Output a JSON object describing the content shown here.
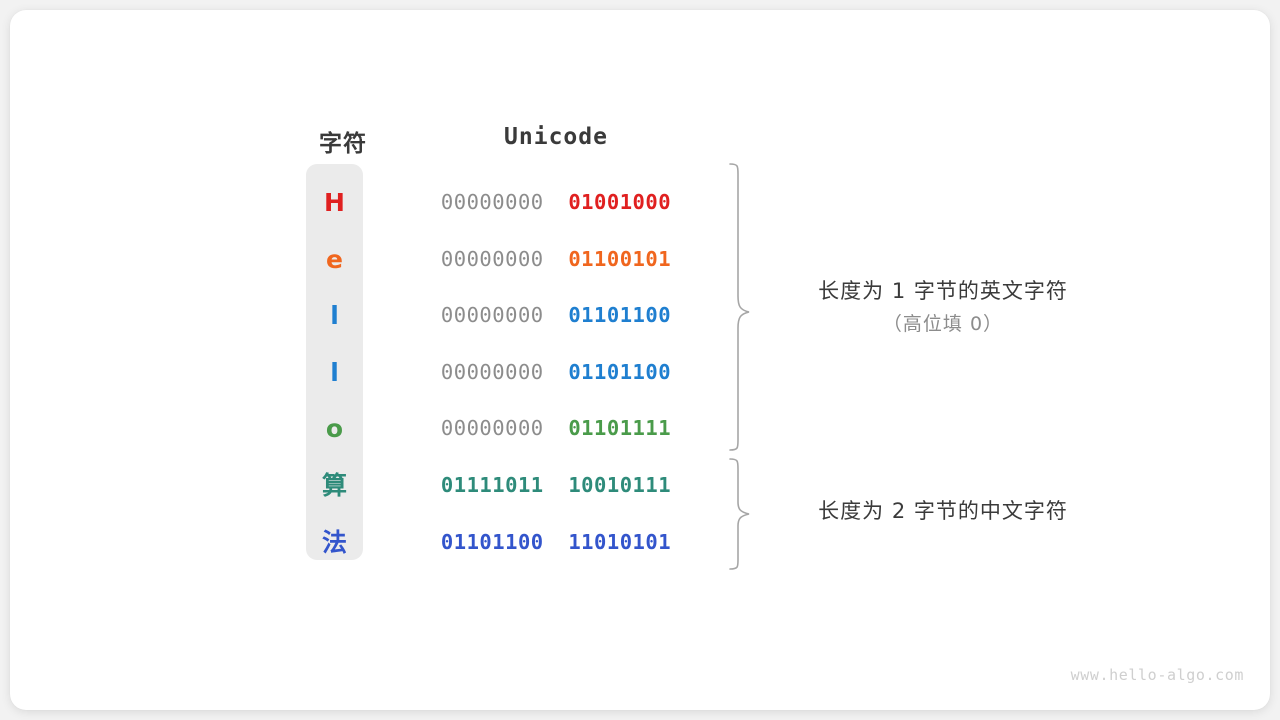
{
  "canvas": {
    "background": "#f2f2f2",
    "card_background": "#ffffff"
  },
  "headers": {
    "char_column": "字符",
    "unicode_column": "Unicode"
  },
  "colors": {
    "pill_background": "#ebebeb",
    "high_byte_gray": "#8c8c8c",
    "brace": "#a6a6a6",
    "text_dark": "#3a3a3a",
    "watermark": "#cfcfcf"
  },
  "rows": [
    {
      "char": "H",
      "color": "#e02020",
      "high_byte": "00000000",
      "low_byte": "01001000",
      "high_colored": false
    },
    {
      "char": "e",
      "color": "#f0661e",
      "high_byte": "00000000",
      "low_byte": "01100101",
      "high_colored": false
    },
    {
      "char": "l",
      "color": "#1f7fd0",
      "high_byte": "00000000",
      "low_byte": "01101100",
      "high_colored": false
    },
    {
      "char": "l",
      "color": "#1f7fd0",
      "high_byte": "00000000",
      "low_byte": "01101100",
      "high_colored": false
    },
    {
      "char": "o",
      "color": "#4a9b4a",
      "high_byte": "00000000",
      "low_byte": "01101111",
      "high_colored": false
    },
    {
      "char": "算",
      "color": "#2e8b7a",
      "high_byte": "01111011",
      "low_byte": "10010111",
      "high_colored": true
    },
    {
      "char": "法",
      "color": "#3355cc",
      "high_byte": "01101100",
      "low_byte": "11010101",
      "high_colored": true
    }
  ],
  "annotations": [
    {
      "main": "长度为 1 字节的英文字符",
      "sub": "（高位填 0）"
    },
    {
      "main": "长度为 2 字节的中文字符",
      "sub": ""
    }
  ],
  "watermark": "www.hello-algo.com"
}
